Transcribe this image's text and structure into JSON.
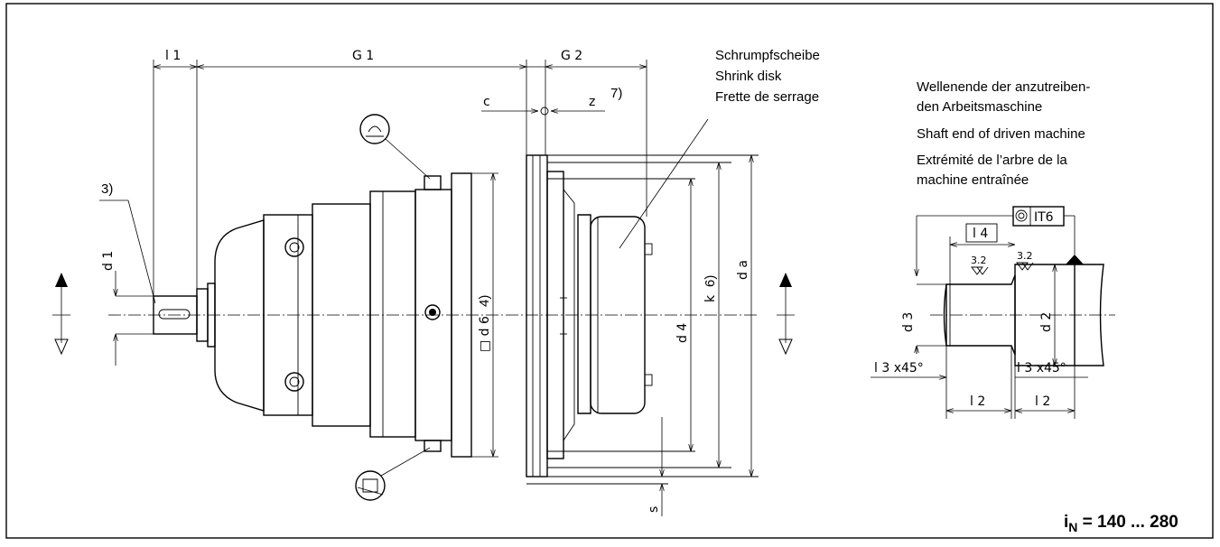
{
  "callout_3": "3)",
  "callout_4": "4)",
  "callout_6": "6)",
  "callout_7": "7)",
  "dims": {
    "l1": "l 1",
    "G1": "G 1",
    "G2": "G 2",
    "c": "c",
    "z": "z",
    "d1": "d 1",
    "d6": "□ d 6",
    "d4": "d 4",
    "k": "k",
    "da": "d a",
    "s": "s",
    "d3": "d 3",
    "d2": "d 2",
    "l4": "l 4",
    "l2": "l 2",
    "l3x45": "l 3 x45°",
    "rough": "3.2",
    "tol": "IT6"
  },
  "shrink_disk": [
    "Schrumpfscheibe",
    "Shrink disk",
    "Frette de serrage"
  ],
  "shaft_end": [
    "Wellenende der anzutreiben-",
    "den Arbeitsmaschine",
    "Shaft end of driven machine",
    "Extrémité de l’arbre de la",
    "machine entraînée"
  ],
  "ratio": {
    "prefix": "i",
    "sub": "N",
    "value": " = 140 ... 280"
  }
}
